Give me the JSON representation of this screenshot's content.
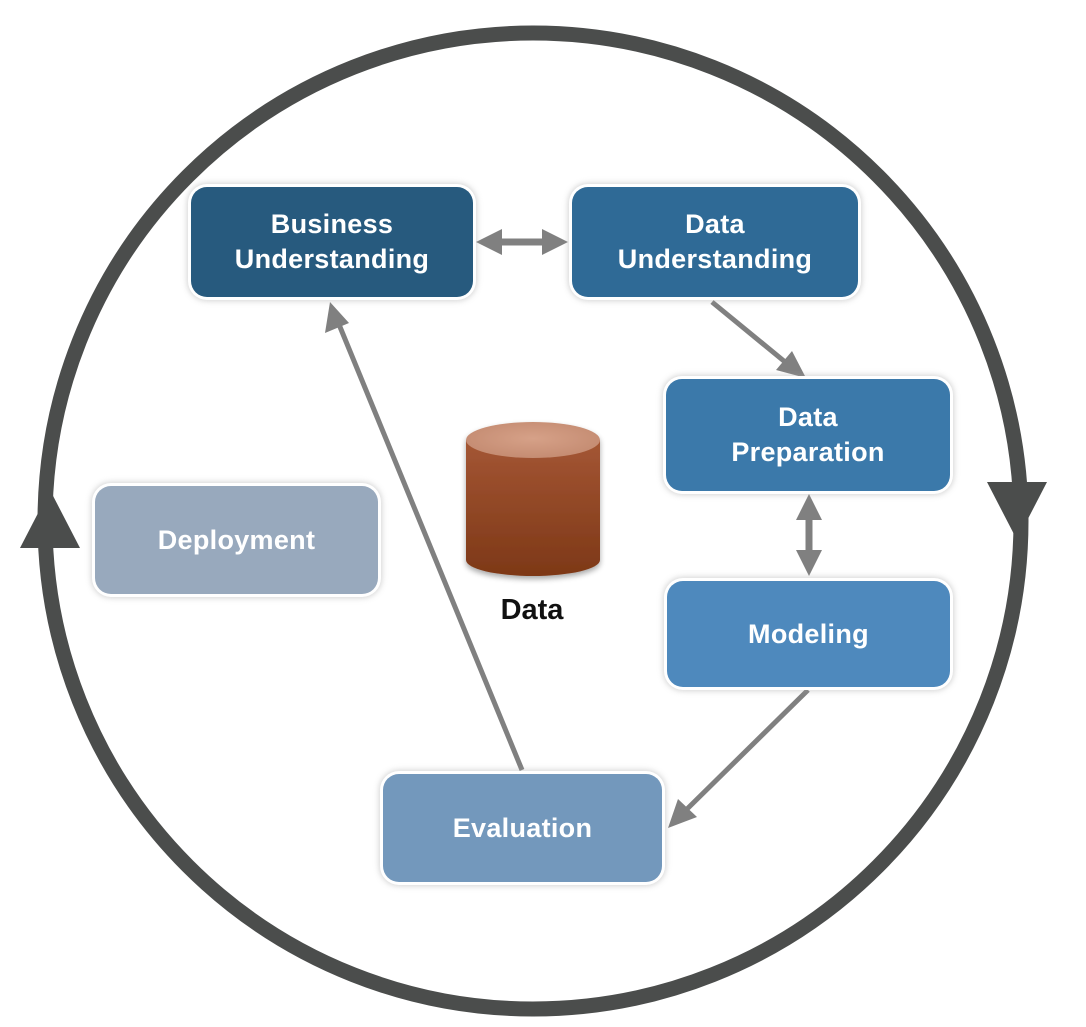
{
  "diagram": {
    "phases": {
      "business_understanding": {
        "label": "Business\nUnderstanding",
        "color": "#275a7e"
      },
      "data_understanding": {
        "label": "Data\nUnderstanding",
        "color": "#2f6a96"
      },
      "data_preparation": {
        "label": "Data\nPreparation",
        "color": "#3b79aa"
      },
      "modeling": {
        "label": "Modeling",
        "color": "#4e89bd"
      },
      "evaluation": {
        "label": "Evaluation",
        "color": "#7398bc"
      },
      "deployment": {
        "label": "Deployment",
        "color": "#98a9bd"
      }
    },
    "data_store": {
      "label": "Data",
      "color": "#8e4523"
    },
    "cycle_color": "#4b4d4c",
    "arrow_color": "#808080"
  }
}
